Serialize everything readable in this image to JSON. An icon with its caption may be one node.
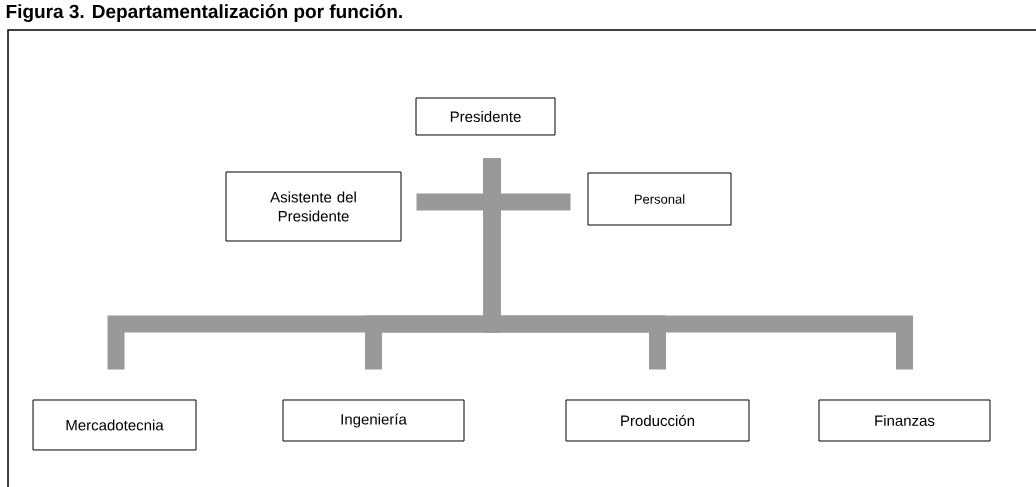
{
  "diagram": {
    "title": "Figura 3. Departamentalización por función.",
    "nodes": [
      {
        "text": [
          "Presidente"
        ]
      },
      {
        "text": [
          "Asistente del Presidente"
        ]
      },
      {
        "text": [
          "Personal"
        ]
      },
      {
        "text": [
          "Mercadotecnia"
        ]
      },
      {
        "text": [
          "Ingeniería"
        ]
      },
      {
        "text": [
          "Producción"
        ]
      },
      {
        "text": [
          "Finanzas"
        ]
      }
    ],
    "edges": [
      {
        "from": 0,
        "to": 1,
        "arrow": "none"
      },
      {
        "from": 0,
        "to": 2,
        "arrow": "none"
      },
      {
        "from": 0,
        "to": 3,
        "arrow": "none"
      },
      {
        "from": 0,
        "to": 4,
        "arrow": "none"
      },
      {
        "from": 0,
        "to": 5,
        "arrow": "none"
      },
      {
        "from": 0,
        "to": 6,
        "arrow": "none"
      }
    ]
  }
}
